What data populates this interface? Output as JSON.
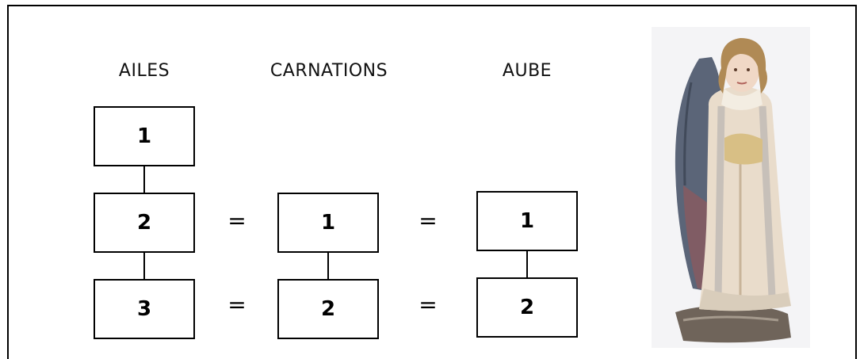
{
  "headings": {
    "ailes": "AILES",
    "carnations": "CARNATIONS",
    "aube": "AUBE"
  },
  "ailes": [
    "1",
    "2",
    "3"
  ],
  "carnations": [
    "1",
    "2"
  ],
  "aube": [
    "1",
    "2"
  ],
  "equals": [
    "=",
    "=",
    "=",
    "="
  ],
  "photo": {
    "subject": "polychrome wooden angel statue with grey wings and white alb",
    "colors": {
      "alb": "#e9dccb",
      "wing": "#5b6578",
      "hair": "#b08a55",
      "base": "#6f645a",
      "background": "#f4f4f6"
    }
  }
}
